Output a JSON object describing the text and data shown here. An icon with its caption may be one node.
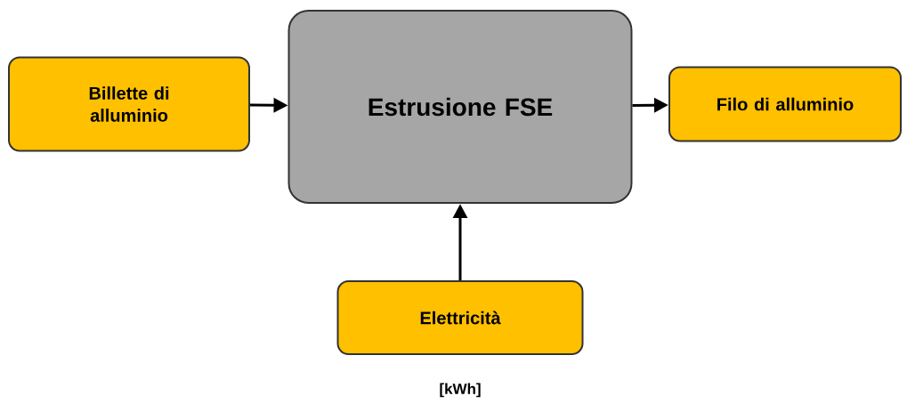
{
  "diagram": {
    "nodes": [
      {
        "text": [
          "Billette di alluminio"
        ]
      },
      {
        "text": [
          "Estrusione FSE"
        ]
      },
      {
        "text": [
          "Filo di alluminio"
        ]
      },
      {
        "text": [
          "Elettricità"
        ],
        "beside": [
          "[kWh]"
        ]
      }
    ],
    "edges": [
      {
        "from": 0,
        "to": 1,
        "arrow": "to"
      },
      {
        "from": 1,
        "to": 2,
        "arrow": "to"
      },
      {
        "from": 3,
        "to": 1,
        "arrow": "to"
      }
    ]
  }
}
